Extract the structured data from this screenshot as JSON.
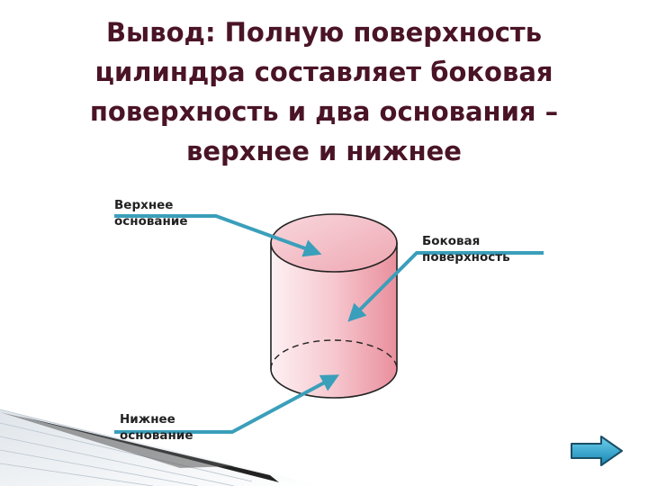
{
  "slide": {
    "title": "Вывод: Полную поверхность цилиндра составляет боковая поверхность и два основания – верхнее и нижнее"
  },
  "labels": {
    "top_base": [
      "Верхнее",
      "основание"
    ],
    "lateral_surface": [
      "Боковая",
      "поверхность"
    ],
    "bottom_base": [
      "Нижнее",
      "основание"
    ]
  },
  "colors": {
    "title": "#4a1426",
    "cylinder_fill_light": "#fbe3e8",
    "cylinder_fill_dark": "#e98f9c",
    "arrow": "#3a9fba",
    "nav_button": "#2aa0c8"
  },
  "icons": {
    "nav": "arrow-right-icon"
  }
}
